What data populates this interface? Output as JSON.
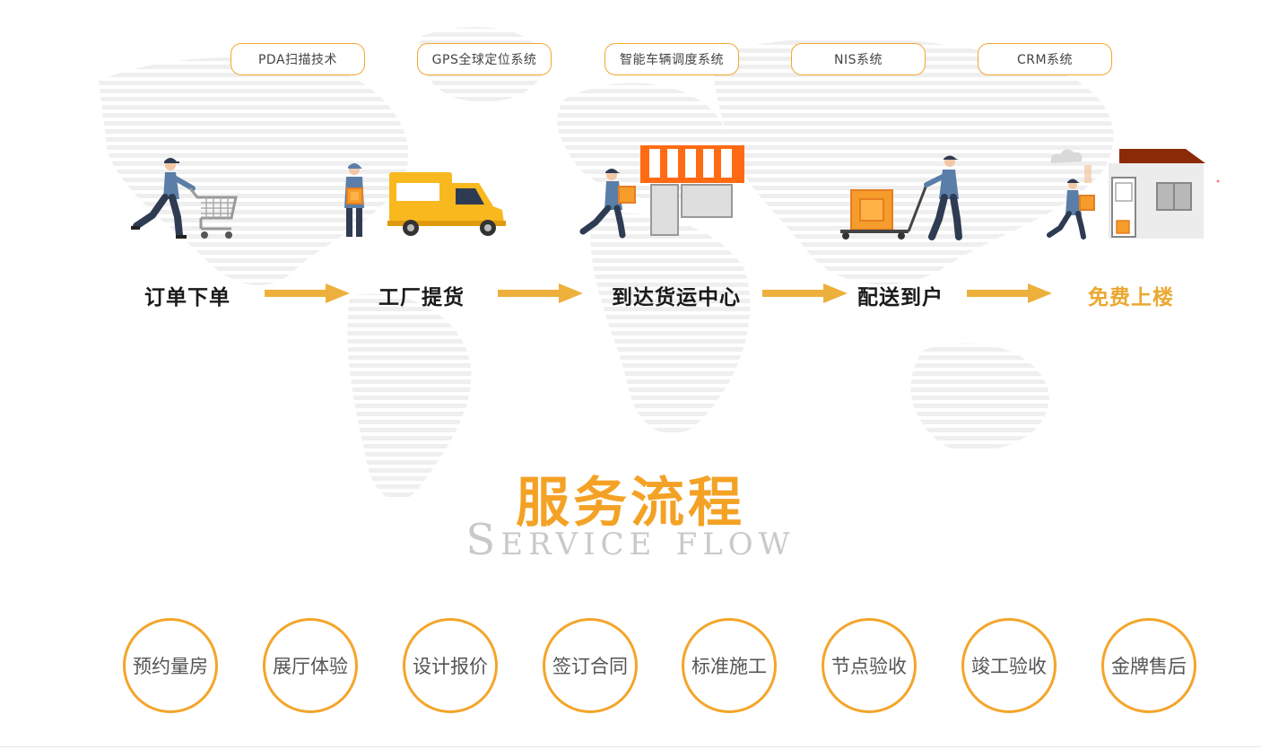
{
  "tech_tags": [
    "PDA扫描技术",
    "GPS全球定位系统",
    "智能车辆调度系统",
    "NIS系统",
    "CRM系统"
  ],
  "steps": [
    {
      "label": "订单下单"
    },
    {
      "label": "工厂提货"
    },
    {
      "label": "到达货运中心"
    },
    {
      "label": "配送到户"
    },
    {
      "label": "免费上楼"
    }
  ],
  "section": {
    "title": "服务流程",
    "subtitle": "Service flow"
  },
  "process": [
    "预约量房",
    "展厅体验",
    "设计报价",
    "签订合同",
    "标准施工",
    "节点验收",
    "竣工验收",
    "金牌售后"
  ],
  "colors": {
    "accent": "#f4a225",
    "arrow": "#eeb03c",
    "figure_blue": "#5b7ea8",
    "figure_dark": "#2f3b52"
  }
}
